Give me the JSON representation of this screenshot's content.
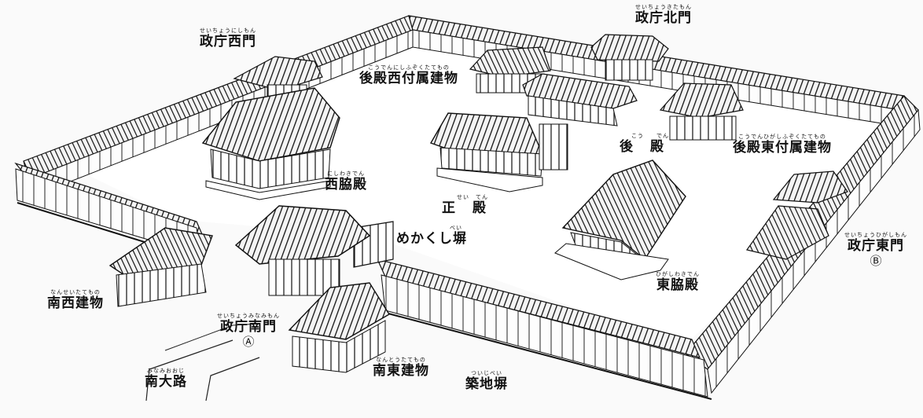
{
  "labels": {
    "seicho_nishimon": {
      "ruby": "せいちょうにしもん",
      "text": "政庁西門"
    },
    "seicho_kitamon": {
      "ruby": "せいちょうきたもん",
      "text": "政庁北門"
    },
    "koden_nishi_fuzoku": {
      "ruby": "こうでんにしふぞくたてもの",
      "text": "後殿西付属建物"
    },
    "koden": {
      "ruby": "こう　　でん",
      "text": "後殿"
    },
    "koden_higashi_fuzoku": {
      "ruby": "こうでんひがしふぞくたてもの",
      "text": "後殿東付属建物"
    },
    "nishi_wakiden": {
      "ruby": "にしわきでん",
      "text": "西脇殿"
    },
    "seiden": {
      "ruby": "せい　てん",
      "text": "正殿"
    },
    "mekakushi_bei": {
      "ruby": "べい",
      "text": "めかくし塀"
    },
    "seicho_higashimon": {
      "ruby": "せいちょうひがしもん",
      "text": "政庁東門",
      "mark": "Ⓑ"
    },
    "higashi_wakiden": {
      "ruby": "ひがしわきでん",
      "text": "東脇殿"
    },
    "nansei_tatemono": {
      "ruby": "なんせいたてもの",
      "text": "南西建物"
    },
    "seicho_minamimon": {
      "ruby": "せいちょうみなみもん",
      "text": "政庁南門",
      "mark": "Ⓐ"
    },
    "nanto_tatemono": {
      "ruby": "なんとうたてもの",
      "text": "南東建物"
    },
    "minami_oji": {
      "ruby": "みなみおおじ",
      "text": "南大路"
    },
    "tsuijibei": {
      "ruby": "ついじべい",
      "text": "築地塀"
    }
  }
}
